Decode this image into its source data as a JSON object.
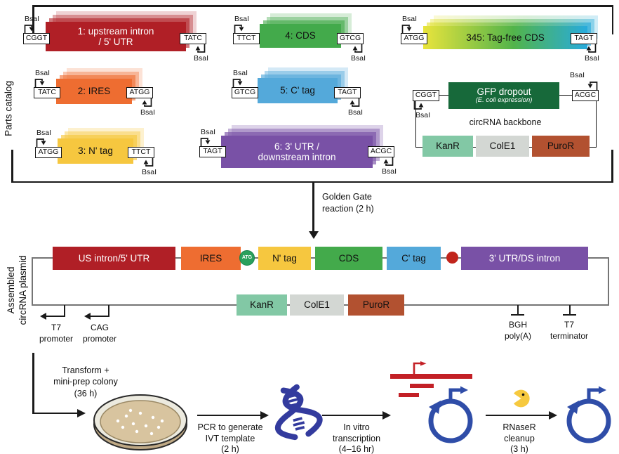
{
  "enzyme_label": "BsaI",
  "colors": {
    "part1_red": "#b01f26",
    "part2_orange": "#ee6d31",
    "part3_yellow": "#f6c73f",
    "part4_green": "#43aa4b",
    "part5_blue": "#54a9da",
    "part6_purple": "#7951a6",
    "gradient_start": "#e9e43c",
    "gradient_mid": "#52b44a",
    "gradient_end": "#28abdd",
    "gfp_green": "#17693a",
    "kanr_mint": "#82c8a5",
    "cole1_gray": "#d3d7d3",
    "puror_rust": "#b25130",
    "atg_green": "#2aa05c",
    "stop_red": "#c1251c",
    "dna_blue": "#333b9e",
    "circ_blue": "#2f4da8",
    "pacman_yellow": "#f6c93f",
    "agar_tan": "#d8c49f"
  },
  "parts_catalog": {
    "section_label": "Parts catalog",
    "p1": {
      "line1": "1: upstream intron",
      "line2": "/ 5' UTR",
      "left_overhang": "CGGT",
      "right_overhang": "TATC"
    },
    "p2": {
      "label": "2: IRES",
      "left_overhang": "TATC",
      "right_overhang": "ATGG"
    },
    "p3": {
      "label": "3: N' tag",
      "left_overhang": "ATGG",
      "right_overhang": "TTCT"
    },
    "p4": {
      "label": "4: CDS",
      "left_overhang": "TTCT",
      "right_overhang": "GTCG"
    },
    "p5": {
      "label": "5: C' tag",
      "left_overhang": "GTCG",
      "right_overhang": "TAGT"
    },
    "p6": {
      "line1": "6: 3' UTR /",
      "line2": "downstream intron",
      "left_overhang": "TAGT",
      "right_overhang": "ACGC"
    },
    "p345": {
      "label": "345: Tag-free CDS",
      "left_overhang": "ATGG",
      "right_overhang": "TAGT"
    },
    "backbone": {
      "left_overhang": "CGGT",
      "right_overhang": "ACGC",
      "gfp_label": "GFP dropout",
      "gfp_sub": "(E. coli expression)",
      "label": "circRNA backbone",
      "kanr": "KanR",
      "cole1": "ColE1",
      "puror": "PuroR"
    }
  },
  "golden_gate": {
    "line1": "Golden Gate",
    "line2": "reaction (2 h)"
  },
  "assembled": {
    "label_line1": "Assembled",
    "label_line2": "circRNA plasmid",
    "us_intron": "US intron/5' UTR",
    "ires": "IRES",
    "atg": "ATG",
    "n_tag": "N' tag",
    "cds": "CDS",
    "c_tag": "C' tag",
    "utr": "3' UTR/DS intron",
    "kanr": "KanR",
    "cole1": "ColE1",
    "puror": "PuroR",
    "t7_promoter_1": "T7",
    "t7_promoter_2": "promoter",
    "cag_promoter_1": "CAG",
    "cag_promoter_2": "promoter",
    "bgh_1": "BGH",
    "bgh_2": "poly(A)",
    "t7_term_1": "T7",
    "t7_term_2": "terminator"
  },
  "workflow": {
    "transform_1": "Transform +",
    "transform_2": "mini-prep colony",
    "transform_3": "(36 h)",
    "pcr_1": "PCR to generate",
    "pcr_2": "IVT template",
    "pcr_3": "(2 h)",
    "ivt_1": "In vitro",
    "ivt_2": "transcription",
    "ivt_3": "(4–16 hr)",
    "rnaser_1": "RNaseR",
    "rnaser_2": "cleanup",
    "rnaser_3": "(3 h)"
  }
}
